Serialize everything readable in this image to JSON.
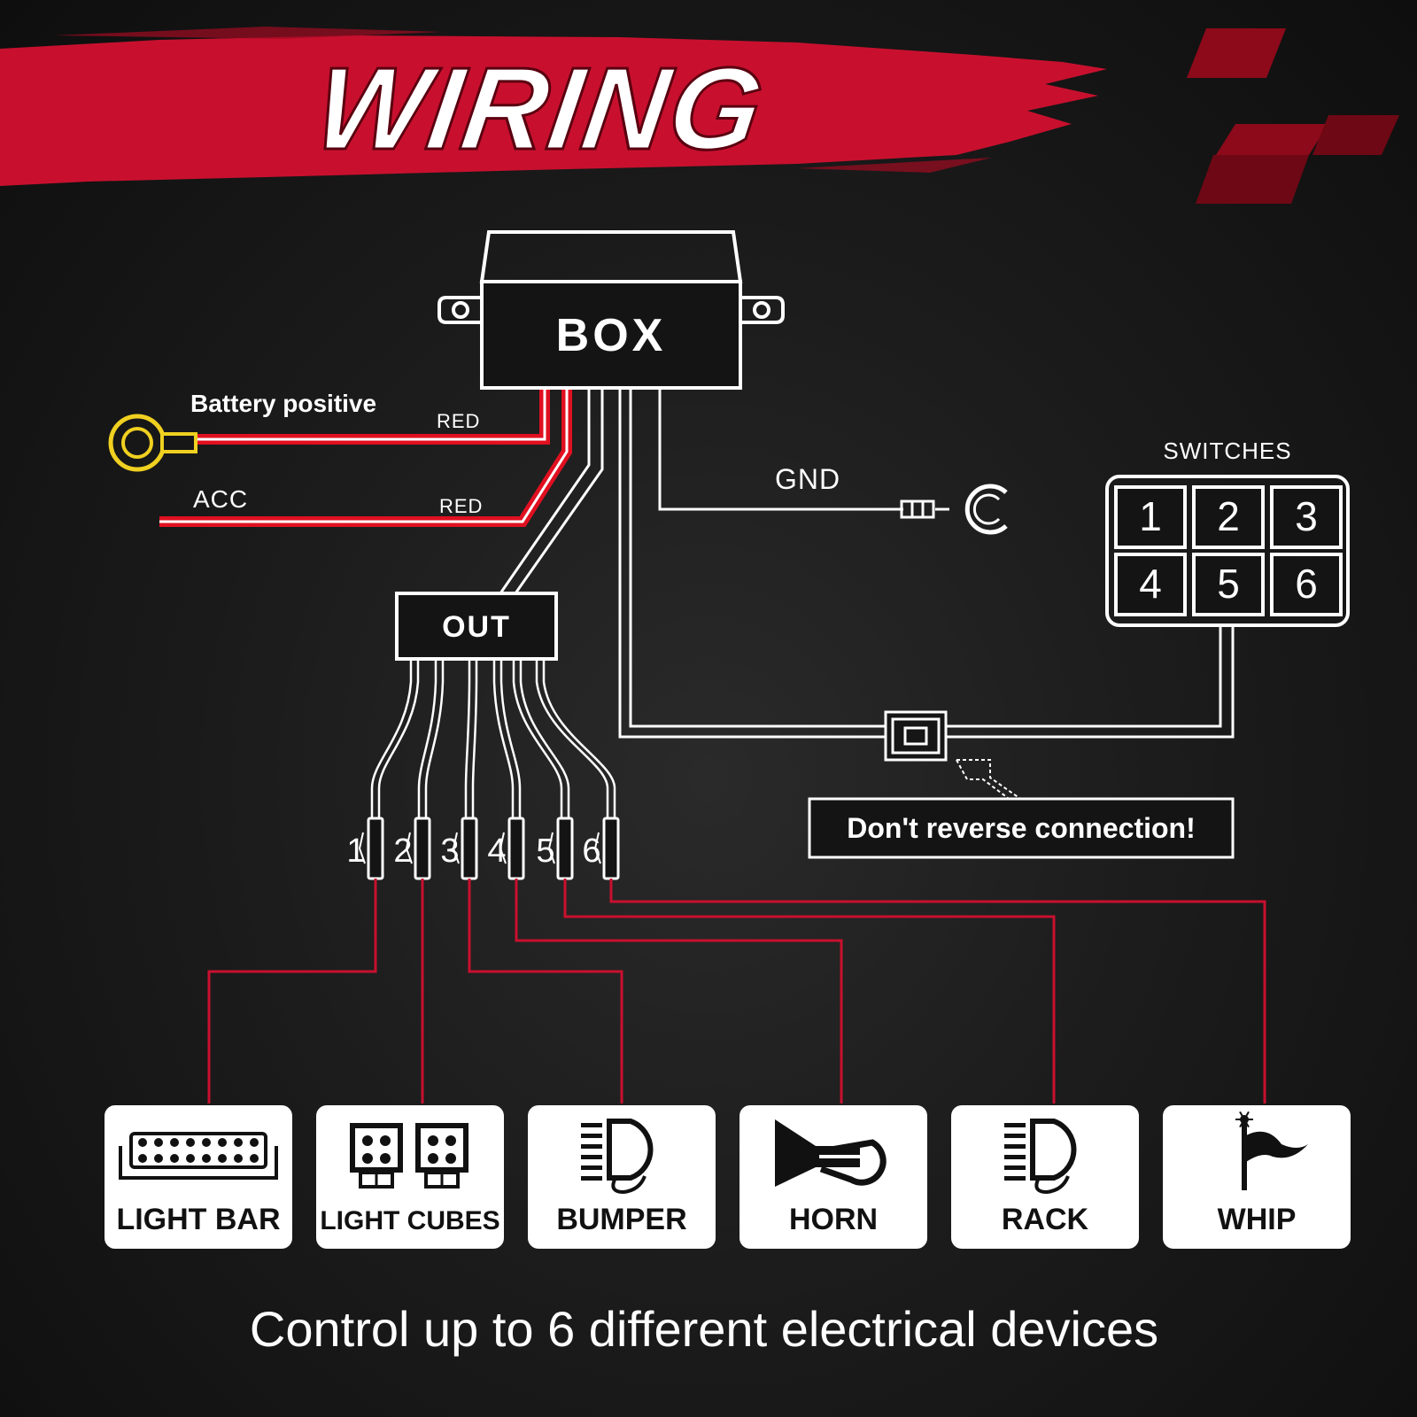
{
  "title": "WIRING",
  "box_label": "BOX",
  "out_label": "OUT",
  "battery_label": "Battery positive",
  "acc_label": "ACC",
  "red_wire_label_1": "RED",
  "red_wire_label_2": "RED",
  "gnd_label": "GND",
  "switches": {
    "title": "SWITCHES",
    "buttons": [
      "1",
      "2",
      "3",
      "4",
      "5",
      "6"
    ]
  },
  "warning": "Don't reverse connection!",
  "outputs": [
    "1",
    "2",
    "3",
    "4",
    "5",
    "6"
  ],
  "devices": [
    {
      "label": "LIGHT BAR",
      "icon": "light-bar-icon"
    },
    {
      "label": "LIGHT CUBES",
      "icon": "light-cubes-icon"
    },
    {
      "label": "BUMPER",
      "icon": "bumper-light-icon"
    },
    {
      "label": "HORN",
      "icon": "horn-icon"
    },
    {
      "label": "RACK",
      "icon": "rack-light-icon"
    },
    {
      "label": "WHIP",
      "icon": "whip-flag-icon"
    }
  ],
  "footer": "Control up to 6 different electrical devices",
  "colors": {
    "accent_red": "#c8102e",
    "wire_red": "#e01020",
    "connector_yellow": "#f0d020",
    "background": "#1a1a1a"
  }
}
